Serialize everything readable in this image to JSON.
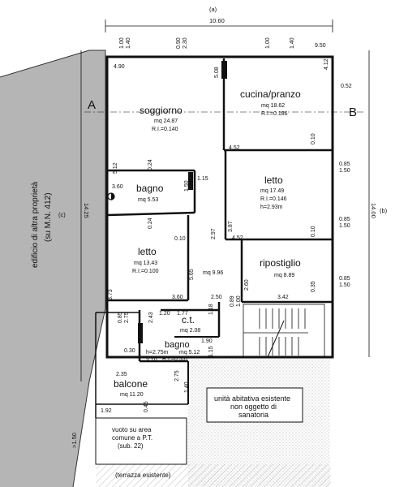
{
  "header": {
    "label_a": "(a)",
    "width_total": "10.60"
  },
  "side_labels": {
    "left_b": "(c)",
    "left_dim": "14.25",
    "right_b": "(b)",
    "right_dim": "14.00",
    "section_a": "A",
    "section_b": "B",
    "neighbor_line1": "edificio di altra proprietà",
    "neighbor_line2": "(su M.N. 412)",
    "lower_dim": ">1.50"
  },
  "rooms": {
    "soggiorno": {
      "name": "soggiorno",
      "area": "mq 24.87",
      "ri": "R.I.=0.140"
    },
    "cucina": {
      "name": "cucina/pranzo",
      "area": "mq 18.62",
      "ri": "R.I.=0.186"
    },
    "letto1": {
      "name": "letto",
      "area": "mq 17.49",
      "ri": "R.I.=0.146",
      "h": "h=2.93m"
    },
    "bagno1": {
      "name": "bagno",
      "area": "mq 5.53"
    },
    "letto2": {
      "name": "letto",
      "area": "mq 13.43",
      "ri": "R.I.=0.100"
    },
    "ripostiglio": {
      "name": "ripostiglio",
      "area": "mq 8.89"
    },
    "corridoio": {
      "area": "mq 9.96"
    },
    "ct": {
      "name": "c.t.",
      "area": "mq 2.08"
    },
    "bagno2": {
      "name": "bagno",
      "h": "h=2.75m",
      "area": "mq 5.12",
      "ri": "R.I.=0.337"
    },
    "balcone": {
      "name": "balcone",
      "area": "mq 11.20"
    }
  },
  "notes": {
    "unit_line1": "unità abitativa esistente",
    "unit_line2": "non oggetto di",
    "unit_line3": "sanatoria",
    "void_line1": "vuoto su area",
    "void_line2": "comune a P.T.",
    "void_line3": "(sub. 22)",
    "terrace": "(terrazza esistente)"
  },
  "dims": {
    "d_100": "1.00",
    "d_140a": "1.40",
    "d_090a": "0.90",
    "d_230a": "2.30",
    "d_100b": "1.00",
    "d_140b": "1.40",
    "d_950": "9.50",
    "d_490": "4.90",
    "d_508": "5.08",
    "d_412": "4.12",
    "d_052": "0.52",
    "d_452a": "4.52",
    "d_512": "5.12",
    "d_024a": "0.24",
    "d_115": "1.15",
    "d_010a": "0.10",
    "d_085a": "0.85",
    "d_150a": "1.50",
    "d_360": "3.60",
    "d_150c": "1.50",
    "d_024b": "0.24",
    "d_010b": "0.10",
    "d_297": "2.97",
    "d_387": "3.87",
    "d_010c": "0.10",
    "d_085b": "0.85",
    "d_150b": "1.50",
    "d_452b": "4.52",
    "d_565": "5.65",
    "d_085c": "0.85",
    "d_150d": "1.50",
    "d_260": "2.60",
    "d_035": "0.35",
    "d_342": "3.42",
    "d_373": "3.73",
    "d_360b": "3.60",
    "d_250": "2.50",
    "d_089": "0.89",
    "d_100c": "1.00",
    "d_085d": "0.85",
    "d_275": "2.75",
    "d_120": "1.20",
    "d_177": "1.77",
    "d_243": "2.43",
    "d_030": "0.30",
    "d_190": "1.90",
    "d_310": "3.10",
    "d_115b": "1.15",
    "d_118": "1.18",
    "d_235": "2.35",
    "d_275b": "2.75",
    "d_140c": "1.40",
    "d_192": "1.92",
    "d_045": "0.45"
  }
}
